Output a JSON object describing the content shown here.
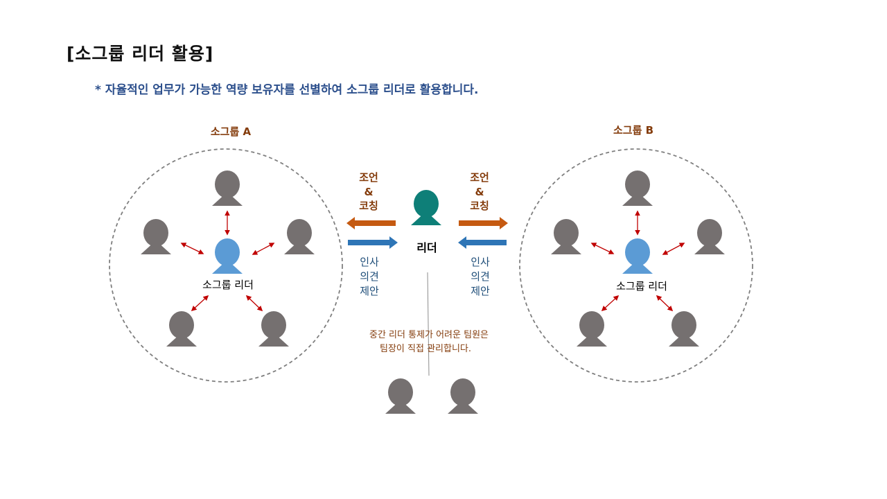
{
  "title": "[소그룹 리더 활용]",
  "subtitle": "* 자율적인 업무가 가능한 역량 보유자를 선별하여 소그룹 리더로 활용합니다.",
  "groups": [
    {
      "label": "소그룹  A",
      "leader_label": "소그룹  리더"
    },
    {
      "label": "소그룹  B",
      "leader_label": "소그룹  리더"
    }
  ],
  "center": {
    "leader_label": "리더",
    "advice_lines": [
      "조언",
      "&",
      "코칭"
    ],
    "proposal_lines": [
      "인사",
      "의견",
      "제안"
    ],
    "note_lines": [
      "중간 리더 통제가 어려운 팀원은",
      "팀장이 직접 관리합니다."
    ]
  },
  "colors": {
    "member": "#757070",
    "sub_leader": "#5b9bd5",
    "leader": "#0e7f78",
    "orange_arrow": "#c55a11",
    "blue_arrow": "#2e75b6",
    "red_arrow": "#c00000",
    "group_label": "#843c0c",
    "proposal_text": "#1f4e79"
  }
}
